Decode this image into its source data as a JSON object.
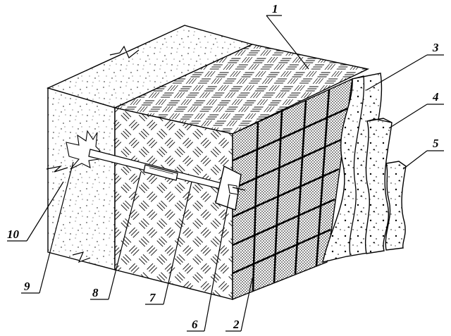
{
  "diagram": {
    "labels": [
      {
        "id": "1",
        "text": "1"
      },
      {
        "id": "2",
        "text": "2"
      },
      {
        "id": "3",
        "text": "3"
      },
      {
        "id": "4",
        "text": "4"
      },
      {
        "id": "5",
        "text": "5"
      },
      {
        "id": "6",
        "text": "6"
      },
      {
        "id": "7",
        "text": "7"
      },
      {
        "id": "8",
        "text": "8"
      },
      {
        "id": "9",
        "text": "9"
      },
      {
        "id": "10",
        "text": "10"
      }
    ]
  }
}
